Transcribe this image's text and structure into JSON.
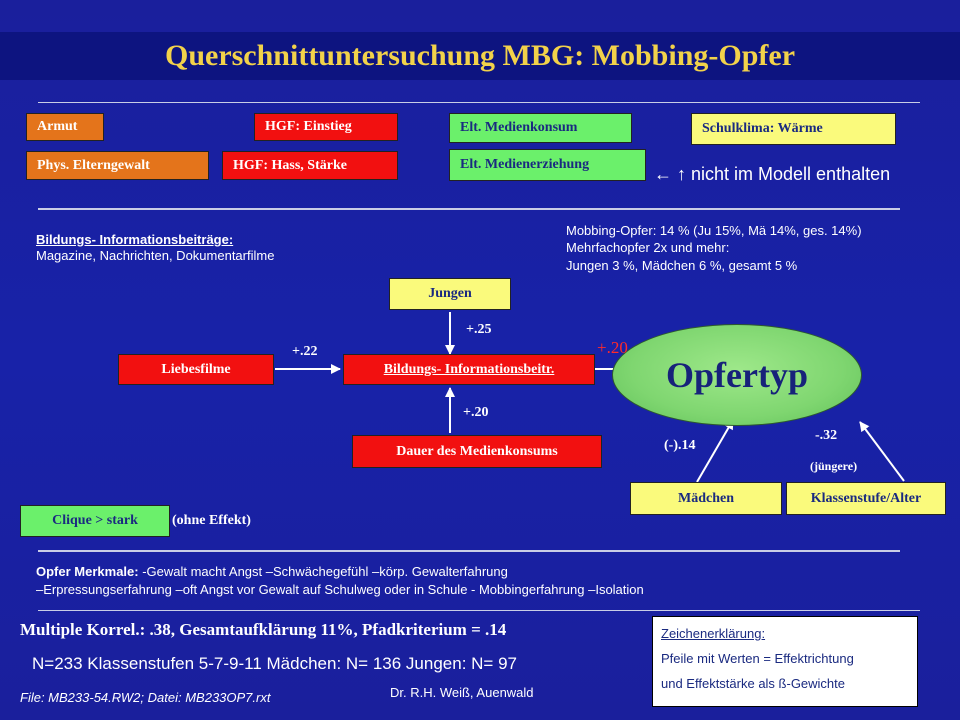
{
  "title": "Querschnittuntersuchung MBG: Mobbing-Opfer",
  "top_boxes": {
    "armut": "Armut",
    "phys_elterngewalt": "Phys. Elterngewalt",
    "hgf_einstieg": "HGF: Einstieg",
    "hgf_hass": "HGF: Hass, Stärke",
    "elt_medienkonsum": "Elt. Medienkonsum",
    "elt_medienerziehung": "Elt. Medienerziehung",
    "schulklima": "Schulklima: Wärme"
  },
  "not_in_model": "← ↑ nicht im Modell enthalten",
  "bildungs_info": {
    "heading": "Bildungs- Informationsbeiträge:",
    "text": "Magazine, Nachrichten, Dokumentarfilme"
  },
  "mobbing_stats": [
    "Mobbing-Opfer: 14 % (Ju 15%, Mä 14%, ges. 14%)",
    "Mehrfachopfer 2x und mehr:",
    "Jungen 3 %, Mädchen 6 %, gesamt 5 %"
  ],
  "nodes": {
    "jungen": "Jungen",
    "liebesfilme": "Liebesfilme",
    "bildungs_beitr": "Bildungs- Informationsbeitr.",
    "dauer": "Dauer des Medienkonsums",
    "opfertyp": "Opfertyp",
    "maedchen": "Mädchen",
    "klassenstufe": "Klassenstufe/Alter",
    "clique": "Clique > stark"
  },
  "coefficients": {
    "jungen_to_bildung": "+.25",
    "liebes_to_bildung": "+.22",
    "bildung_to_opfer": "+.20",
    "dauer_to_bildung": "+.20",
    "maedchen_to_opfer": "(-).14",
    "klasse_to_opfer": "-.32",
    "klasse_note": "(jüngere)"
  },
  "clique_note": "(ohne Effekt)",
  "opfer_merkmale": {
    "label": "Opfer Merkmale:",
    "line1": " -Gewalt macht Angst –Schwächegefühl –körp. Gewalterfahrung",
    "line2": "–Erpressungserfahrung –oft Angst vor Gewalt auf Schulweg oder in Schule - Mobbingerfahrung –Isolation"
  },
  "footer": {
    "multiple": "Multiple Korrel.: .38, Gesamtaufklärung 11%, Pfadkriterium = .14",
    "sample": "N=233 Klassenstufen 5-7-9-11 Mädchen: N= 136 Jungen: N= 97",
    "file": "File: MB233-54.RW2; Datei: MB233OP7.rxt",
    "author": "Dr. R.H. Weiß, Auenwald"
  },
  "legend": {
    "title": "Zeichenerklärung:",
    "line1": "Pfeile mit Werten = Effektrichtung",
    "line2": "und Effektstärke als ß-Gewichte"
  },
  "colors": {
    "background": "#1a1f9c",
    "title_text": "#f2d24a",
    "orange": "#e4741b",
    "red": "#f21010",
    "green": "#6bf06b",
    "yellow": "#fafa7c",
    "opfertyp": "#7fd670",
    "highlight_coef": "#ff2a2a"
  }
}
